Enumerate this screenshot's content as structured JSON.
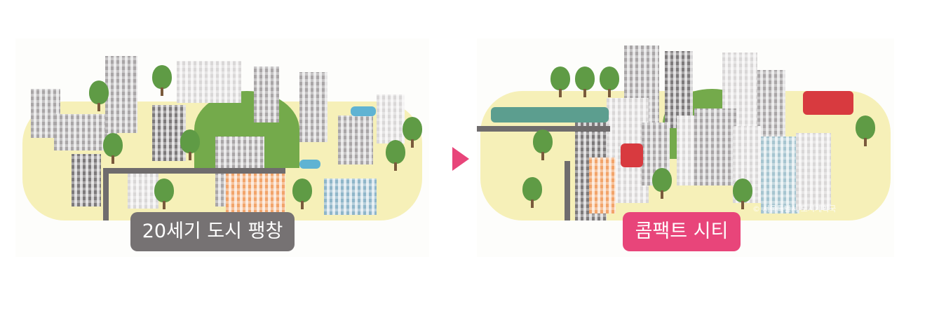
{
  "left_panel": {
    "label": "20세기 도시 팽창",
    "label_color": "#767273"
  },
  "right_panel": {
    "label": "콤팩트 시티",
    "label_color": "#e8457a"
  },
  "arrow": {
    "icon": "triangle-right-icon",
    "color": "#e8457a"
  },
  "copyright": "© 서울특별시 도시계획국"
}
